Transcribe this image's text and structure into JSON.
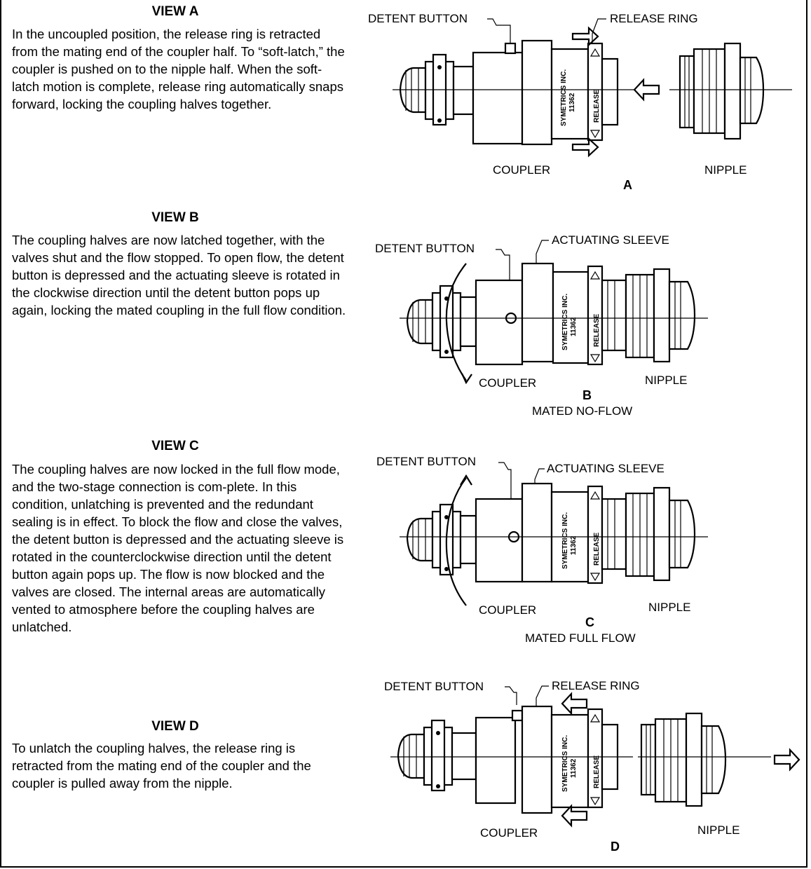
{
  "views": [
    {
      "title": "VIEW A",
      "text": "In the uncoupled position, the release ring is retracted from the mating end of the coupler half. To “soft-latch,” the coupler is pushed on to the nipple half. When the soft-latch motion is complete, release ring automatically snaps forward, locking the coupling halves together.",
      "callouts": [
        "DETENT BUTTON",
        "RELEASE RING"
      ],
      "coupler_label": "COUPLER",
      "nipple_label": "NIPPLE",
      "letter": "A",
      "caption": ""
    },
    {
      "title": "VIEW B",
      "text": "The coupling halves are now latched together, with the valves shut and the flow stopped. To open flow, the detent button is depressed and the actuating sleeve is rotated in the clockwise direction until the detent button pops up again, locking the mated coupling in the full flow condition.",
      "callouts": [
        "DETENT BUTTON",
        "ACTUATING SLEEVE"
      ],
      "coupler_label": "COUPLER",
      "nipple_label": "NIPPLE",
      "letter": "B",
      "caption": "MATED NO-FLOW"
    },
    {
      "title": "VIEW C",
      "text": "The coupling halves are now locked in the full flow mode, and the two-stage connection is com-plete. In this condition, unlatching is prevented and the redundant sealing is in effect. To block the flow and close the valves, the detent button is depressed and the actuating sleeve is rotated in the counterclockwise direction until the detent button again pops up. The flow is now blocked and the valves are closed. The internal areas are automatically vented to atmosphere before the coupling halves are unlatched.",
      "callouts": [
        "DETENT BUTTON",
        "ACTUATING SLEEVE"
      ],
      "coupler_label": "COUPLER",
      "nipple_label": "NIPPLE",
      "letter": "C",
      "caption": "MATED FULL FLOW"
    },
    {
      "title": "VIEW D",
      "text": "To unlatch the coupling halves, the release ring is retracted from the mating end of the coupler and the coupler is pulled away from the nipple.",
      "callouts": [
        "DETENT BUTTON",
        "RELEASE RING"
      ],
      "coupler_label": "COUPLER",
      "nipple_label": "NIPPLE",
      "letter": "D",
      "caption": ""
    }
  ],
  "part_markings": {
    "brand": "SYMETRICS INC.",
    "part_number": "11362",
    "release": "RELEASE"
  }
}
